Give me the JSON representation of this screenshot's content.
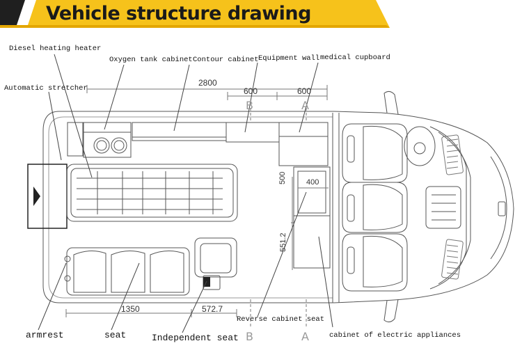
{
  "title": "Vehicle structure drawing",
  "colors": {
    "banner": "#f6c21b",
    "banner_dark": "#1f1f1f",
    "line": "#555555"
  },
  "labels": {
    "diesel_heater": "Diesel heating heater",
    "oxygen_tank_cabinet": "Oxygen tank cabinet",
    "contour_cabinet": "Contour cabinet",
    "equipment_wall": "Equipment wall",
    "medical_cupboard": "medical cupboard",
    "automatic_stretcher": "Automatic stretcher",
    "reverse_cabinet_seat": "Reverse cabinet seat",
    "cabinet_electric": "cabinet of electric appliances",
    "armrest": "armrest",
    "seat": "seat",
    "independent_seat": "Independent seat"
  },
  "dimensions": {
    "overall_length": "2800",
    "section_b_top": "600",
    "section_a_top": "600",
    "cabinet_width": "400",
    "cabinet_depth": "500",
    "cabinet_length": "551.2",
    "bench_length": "1350",
    "independent_seat_length": "572.7"
  },
  "section_marks": {
    "b_top": "B",
    "a_top": "A",
    "b_bottom": "B",
    "a_bottom": "A"
  }
}
